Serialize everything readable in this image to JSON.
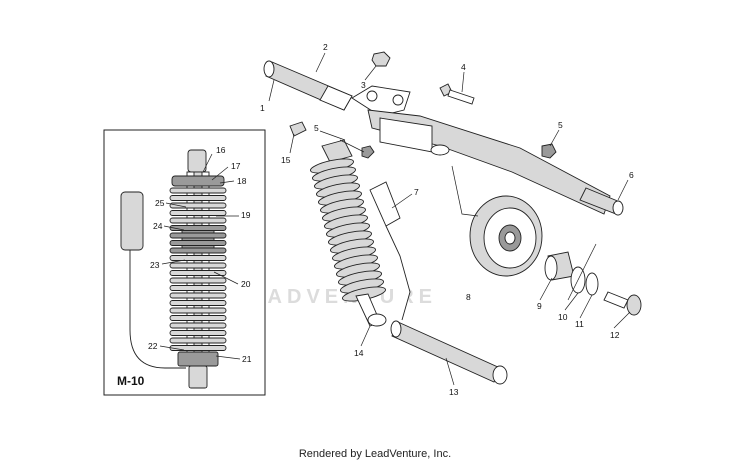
{
  "watermark": "LEADVENTURE",
  "inset_label": "M-10",
  "footer": "Rendered by LeadVenture, Inc.",
  "callouts": {
    "c1": "1",
    "c2": "2",
    "c3": "3",
    "c4": "4",
    "c5a": "5",
    "c5b": "5",
    "c6": "6",
    "c7": "7",
    "c8": "8",
    "c9": "9",
    "c10": "10",
    "c11": "11",
    "c12": "12",
    "c13": "13",
    "c14": "14",
    "c15": "15",
    "c16": "16",
    "c17": "17",
    "c18": "18",
    "c19": "19",
    "c20": "20",
    "c21": "21",
    "c22": "22",
    "c23": "23",
    "c24": "24",
    "c25": "25"
  }
}
